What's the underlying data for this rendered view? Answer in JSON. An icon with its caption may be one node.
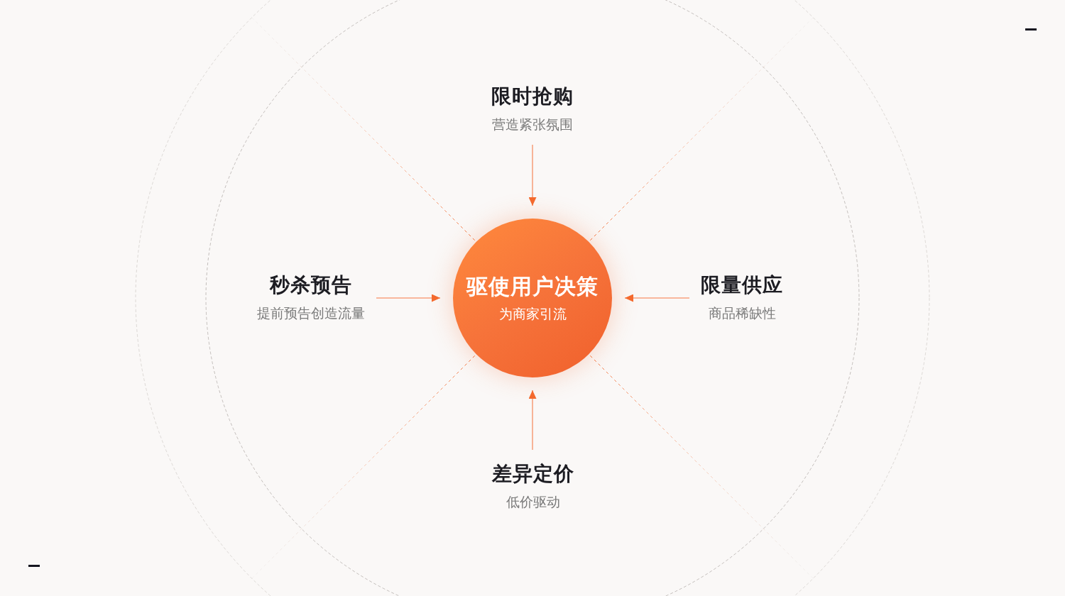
{
  "diagram": {
    "nodes": [
      {
        "text": [
          "限时抢购",
          "营造紧张氛围"
        ]
      },
      {
        "text": [
          "秒杀预告",
          "提前预告创造流量"
        ]
      },
      {
        "text": [
          "驱使用户决策",
          "为商家引流"
        ]
      },
      {
        "text": [
          "限量供应",
          "商品稀缺性"
        ]
      },
      {
        "text": [
          "差异定价",
          "低价驱动"
        ]
      }
    ],
    "edges": [
      {
        "from": 0,
        "to": 2,
        "arrow": "to"
      },
      {
        "from": 1,
        "to": 2,
        "arrow": "to"
      },
      {
        "from": 3,
        "to": 2,
        "arrow": "to"
      },
      {
        "from": 4,
        "to": 2,
        "arrow": "to"
      }
    ]
  }
}
